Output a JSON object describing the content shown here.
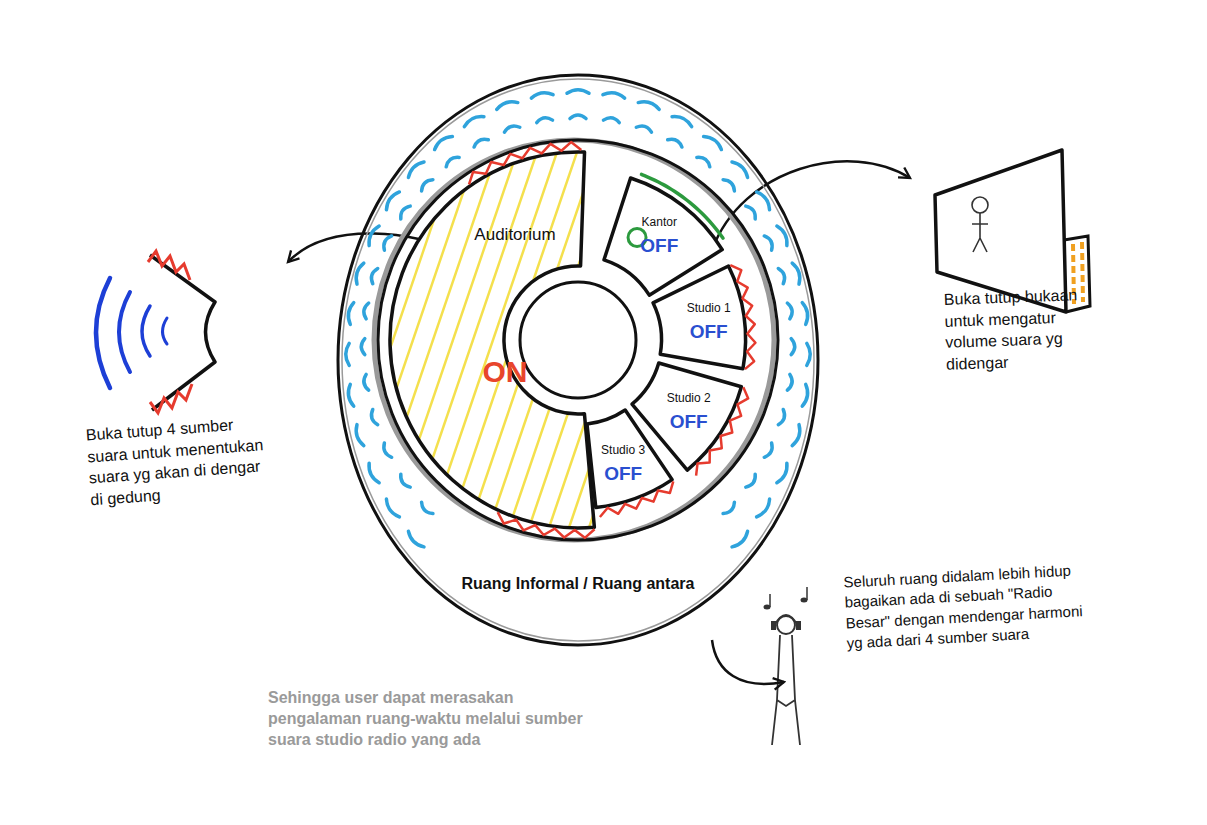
{
  "diagram": {
    "caption": "Sehingga user dapat merasakan pengalaman ruang-waktu melalui sumber suara studio radio yang ada",
    "nodes": [
      {
        "text": [
          "Ruang Informal / Ruang antara"
        ]
      },
      {
        "text": [
          "Auditorium",
          "ON"
        ],
        "in": 0
      },
      {
        "text": [
          "Kantor",
          "OFF"
        ],
        "in": 0
      },
      {
        "text": [
          "Studio 1",
          "OFF"
        ],
        "in": 0
      },
      {
        "text": [
          "Studio 2",
          "OFF"
        ],
        "in": 0
      },
      {
        "text": [
          "Studio 3",
          "OFF"
        ],
        "in": 0
      }
    ],
    "labels": [
      "Buka tutup 4 sumber suara untuk menentukan suara yg akan di dengar di gedung",
      "Buka tutup bukaan untuk mengatur volume suara yg didengar",
      "Seluruh ruang didalam lebih hidup bagaikan ada di sebuah \"Radio Besar\" dengan mendengar harmoni yg ada dari 4 sumber suara"
    ]
  }
}
